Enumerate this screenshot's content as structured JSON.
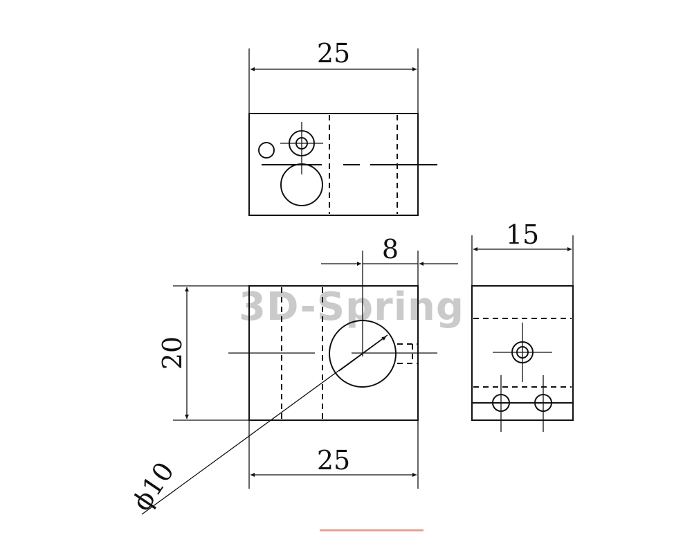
{
  "watermark": "3D-Spring",
  "dimensions": {
    "top_width": "25",
    "front_height": "20",
    "front_width": "25",
    "hole_offset": "8",
    "side_width": "15",
    "hole_diameter": "ϕ10"
  }
}
